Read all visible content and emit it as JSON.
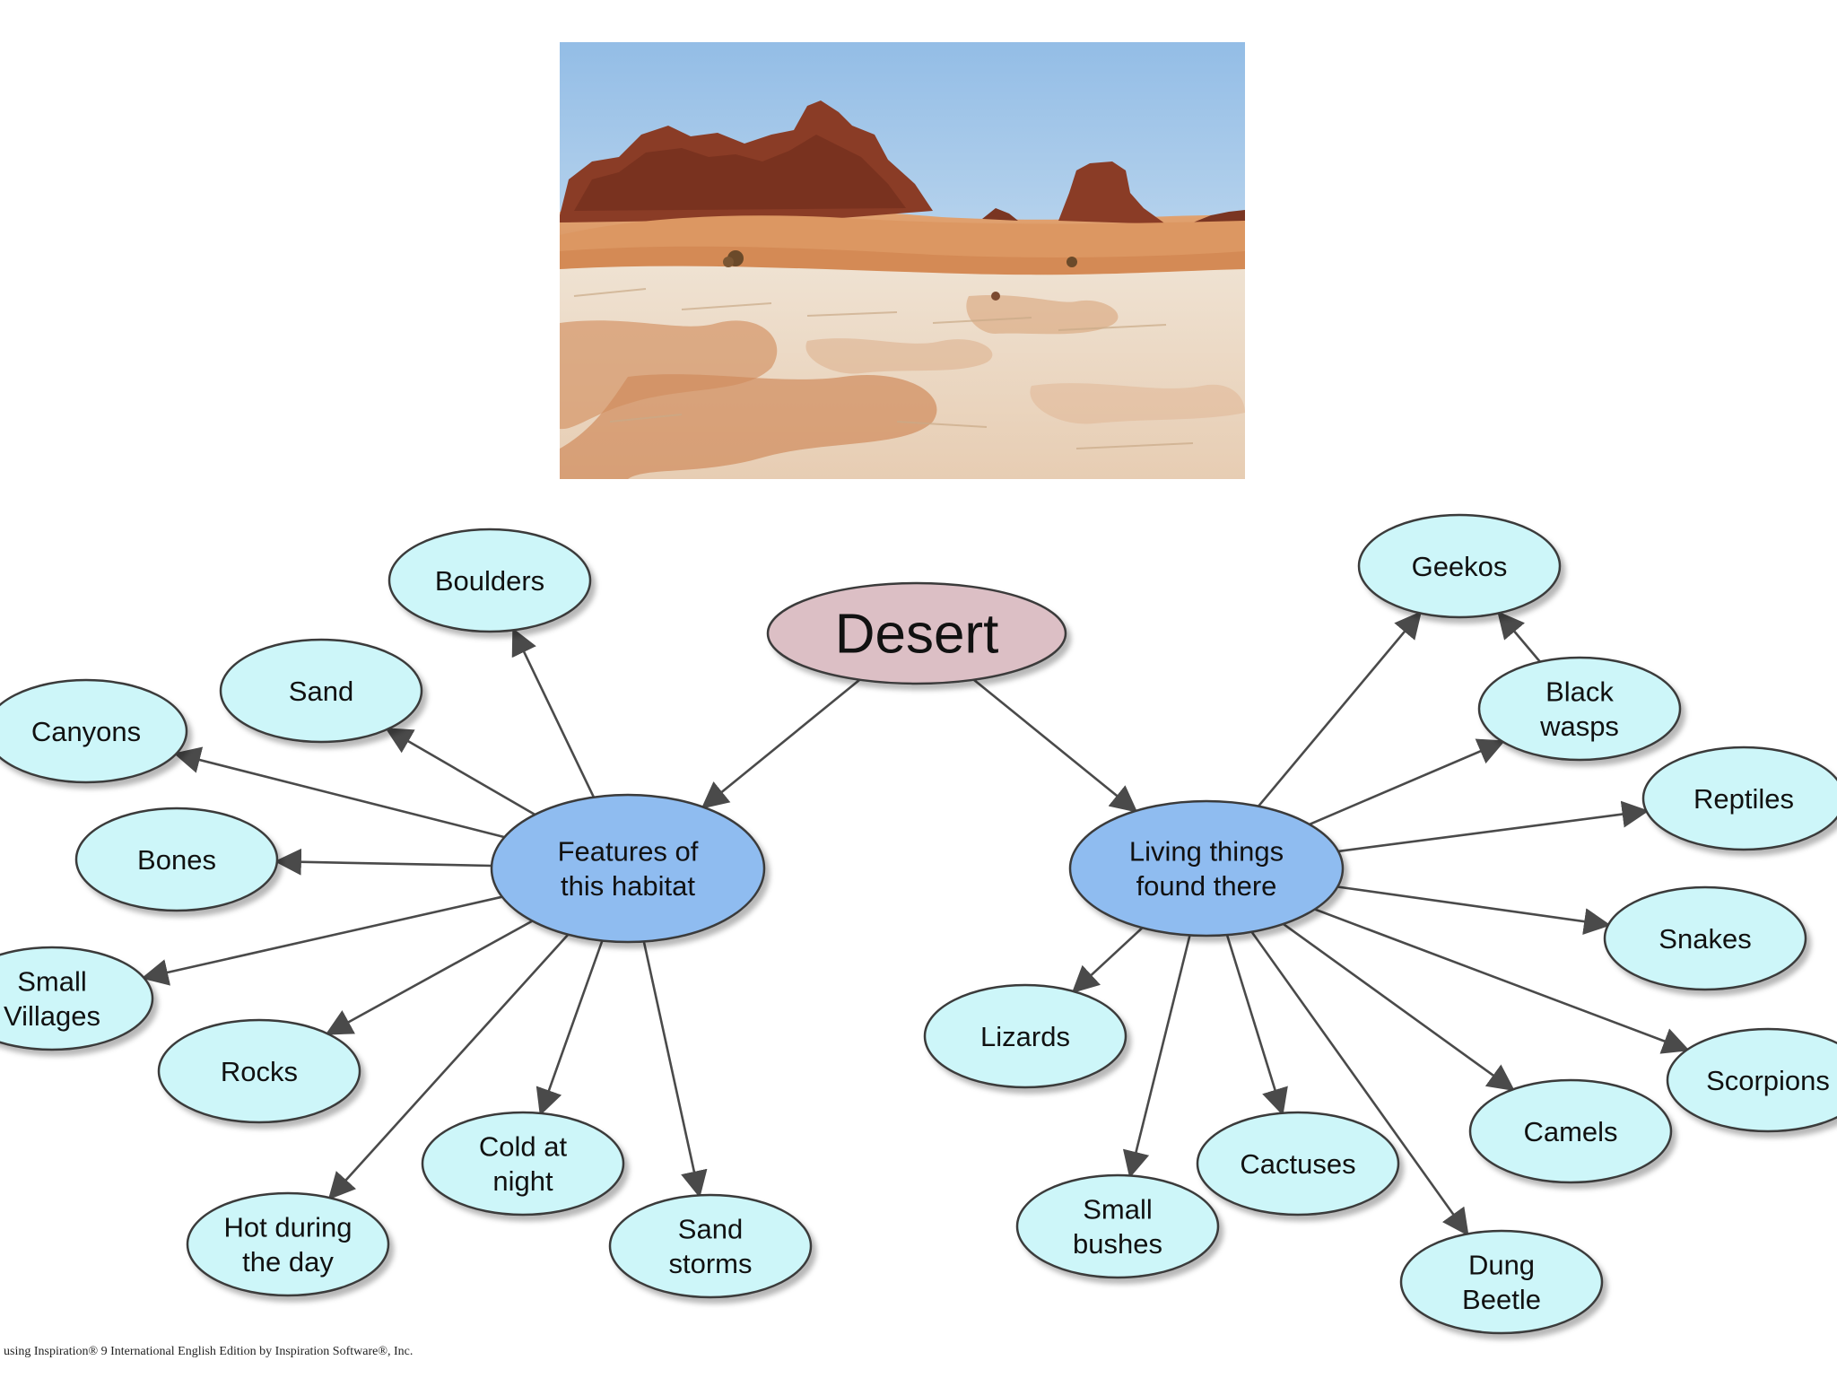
{
  "title": "Desert",
  "hubs": [
    {
      "key": "features",
      "lines": [
        "Features of",
        "this habitat"
      ]
    },
    {
      "key": "living",
      "lines": [
        "Living things",
        "found there"
      ]
    }
  ],
  "features": [
    {
      "key": "boulders",
      "lines": [
        "Boulders"
      ]
    },
    {
      "key": "sand",
      "lines": [
        "Sand"
      ]
    },
    {
      "key": "canyons",
      "lines": [
        "Canyons"
      ]
    },
    {
      "key": "bones",
      "lines": [
        "Bones"
      ]
    },
    {
      "key": "small-villages",
      "lines": [
        "Small",
        "Villages"
      ]
    },
    {
      "key": "rocks",
      "lines": [
        "Rocks"
      ]
    },
    {
      "key": "hot-during-the-day",
      "lines": [
        "Hot during",
        "the day"
      ]
    },
    {
      "key": "cold-at-night",
      "lines": [
        "Cold at",
        "night"
      ]
    },
    {
      "key": "sand-storms",
      "lines": [
        "Sand",
        "storms"
      ]
    }
  ],
  "living_things": [
    {
      "key": "geekos",
      "lines": [
        "Geekos"
      ]
    },
    {
      "key": "black-wasps",
      "lines": [
        "Black",
        "wasps"
      ]
    },
    {
      "key": "reptiles",
      "lines": [
        "Reptiles"
      ]
    },
    {
      "key": "snakes",
      "lines": [
        "Snakes"
      ]
    },
    {
      "key": "scorpions",
      "lines": [
        "Scorpions"
      ]
    },
    {
      "key": "camels",
      "lines": [
        "Camels"
      ]
    },
    {
      "key": "dung-beetle",
      "lines": [
        "Dung",
        "Beetle"
      ]
    },
    {
      "key": "cactuses",
      "lines": [
        "Cactuses"
      ]
    },
    {
      "key": "small-bushes",
      "lines": [
        "Small",
        "bushes"
      ]
    },
    {
      "key": "lizards",
      "lines": [
        "Lizards"
      ]
    }
  ],
  "footer": "using Inspiration® 9 International English Edition by Inspiration Software®, Inc.",
  "colors": {
    "root_fill": "#dcbfc5",
    "hub_fill": "#8fbcf0",
    "leaf_fill": "#cdf6f9",
    "stroke": "#3a3a3a",
    "arrow": "#4a4a4a",
    "sky_top": "#a9cbea",
    "sand": "#d9905e",
    "rock": "#8a3c26"
  }
}
